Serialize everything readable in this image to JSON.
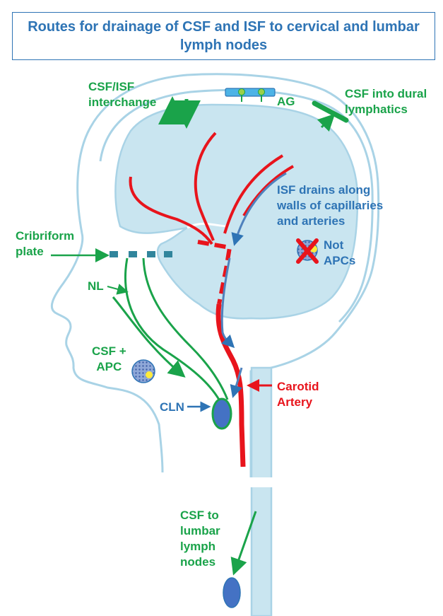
{
  "title": "Routes for drainage of CSF and ISF to cervical and lumbar lymph nodes",
  "labels": {
    "csf_isf_interchange_1": "CSF/ISF",
    "csf_isf_interchange_2": "interchange",
    "ag": "AG",
    "csf_dural_1": "CSF into dural",
    "csf_dural_2": "lymphatics",
    "isf_drains_1": "ISF drains along",
    "isf_drains_2": "walls of capillaries",
    "isf_drains_3": "and arteries",
    "not_apcs_1": "Not",
    "not_apcs_2": "APCs",
    "cribriform_1": "Cribriform",
    "cribriform_2": "plate",
    "nl": "NL",
    "csf_apc_1": "CSF +",
    "csf_apc_2": "APC",
    "cln": "CLN",
    "carotid_1": "Carotid",
    "carotid_2": "Artery",
    "lumbar_1": "CSF to",
    "lumbar_2": "lumbar",
    "lumbar_3": "lymph",
    "lumbar_4": "nodes"
  },
  "colors": {
    "green": "#1aa34a",
    "blue": "#2e74b5",
    "red": "#e8141c",
    "outline": "#a9d3e6",
    "brain_fill": "#c9e5f0",
    "node_fill": "#4472c4"
  }
}
